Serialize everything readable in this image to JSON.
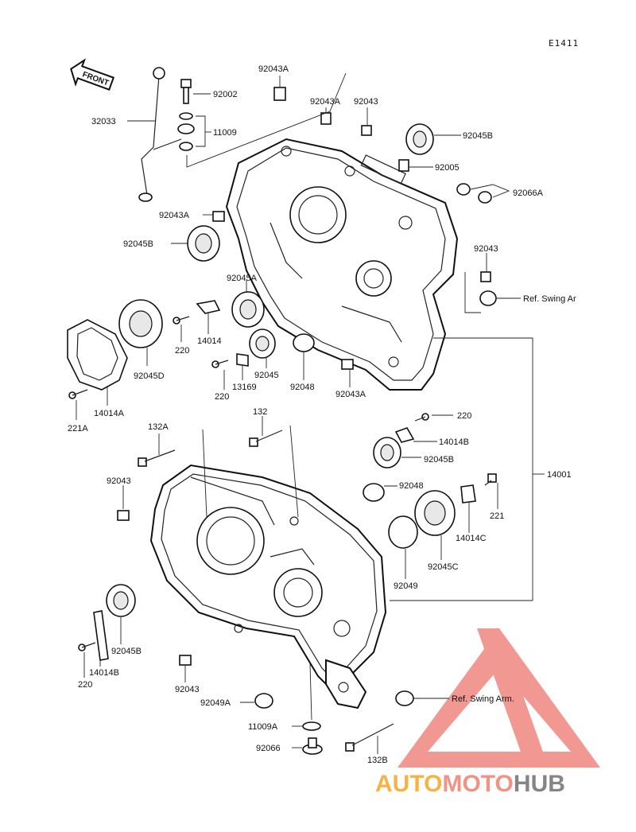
{
  "diagram_code": "E1411",
  "front_arrow_label": "FRONT",
  "labels": {
    "l_92043A_top": "92043A",
    "l_92002": "92002",
    "l_32033": "32033",
    "l_11009": "11009",
    "l_92043A_2": "92043A",
    "l_92043_top": "92043",
    "l_92045B_top": "92045B",
    "l_92005": "92005",
    "l_92066A": "92066A",
    "l_92043A_left": "92043A",
    "l_92045B_left": "92045B",
    "l_92043_right": "92043",
    "l_ref_swing_1": "Ref. Swing Ar",
    "l_92045A": "92045A",
    "l_14014": "14014",
    "l_220_a": "220",
    "l_92045D": "92045D",
    "l_220_b": "220",
    "l_13169": "13169",
    "l_92045": "92045",
    "l_92048_top": "92048",
    "l_92043A_mid": "92043A",
    "l_221A": "221A",
    "l_14014A": "14014A",
    "l_132": "132",
    "l_132A": "132A",
    "l_220_c": "220",
    "l_14014B_r": "14014B",
    "l_92045B_r": "92045B",
    "l_14001": "14001",
    "l_92043_left": "92043",
    "l_92048_low": "92048",
    "l_221": "221",
    "l_14014C": "14014C",
    "l_92049": "92049",
    "l_92045C": "92045C",
    "l_92045B_low": "92045B",
    "l_14014B_low": "14014B",
    "l_220_d": "220",
    "l_92043_low": "92043",
    "l_92049A": "92049A",
    "l_ref_swing_2": "Ref. Swing Arm.",
    "l_11009A": "11009A",
    "l_92066": "92066",
    "l_132B": "132B"
  },
  "watermark": {
    "part1": "AUTO",
    "part2": "MOTO",
    "part3": "HUB"
  },
  "colors": {
    "ink": "#111111",
    "watermark_red": "#e8453c",
    "watermark_orange": "#f5a623",
    "watermark_gray": "#707070"
  }
}
